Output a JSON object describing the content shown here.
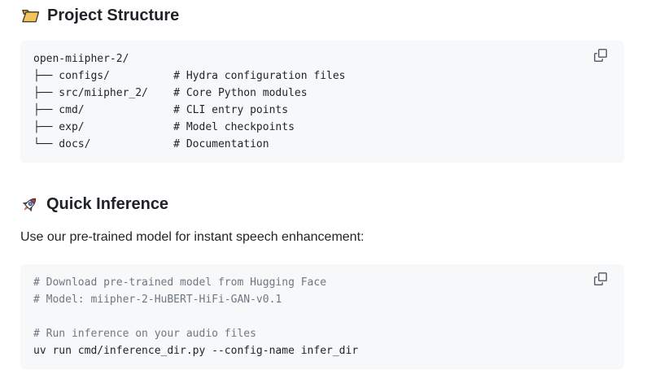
{
  "colors": {
    "page_bg": "#ffffff",
    "code_bg": "#f6f8fa",
    "code_text": "#1f2328",
    "comment_text": "#6e7781",
    "icon_gray": "#59636e"
  },
  "icons": {
    "project": "folder-icon",
    "inference": "rocket-icon",
    "copy": "copy-icon"
  },
  "project_structure": {
    "heading": "Project Structure",
    "code_lines": [
      "open-miipher-2/",
      "├── configs/          # Hydra configuration files",
      "├── src/miipher_2/    # Core Python modules",
      "├── cmd/              # CLI entry points",
      "├── exp/              # Model checkpoints",
      "└── docs/             # Documentation"
    ]
  },
  "quick_inference": {
    "heading": "Quick Inference",
    "intro": "Use our pre-trained model for instant speech enhancement:",
    "code_lines": [
      "# Download pre-trained model from Hugging Face",
      "# Model: miipher-2-HuBERT-HiFi-GAN-v0.1",
      "",
      "# Run inference on your audio files",
      "uv run cmd/inference_dir.py --config-name infer_dir"
    ]
  }
}
